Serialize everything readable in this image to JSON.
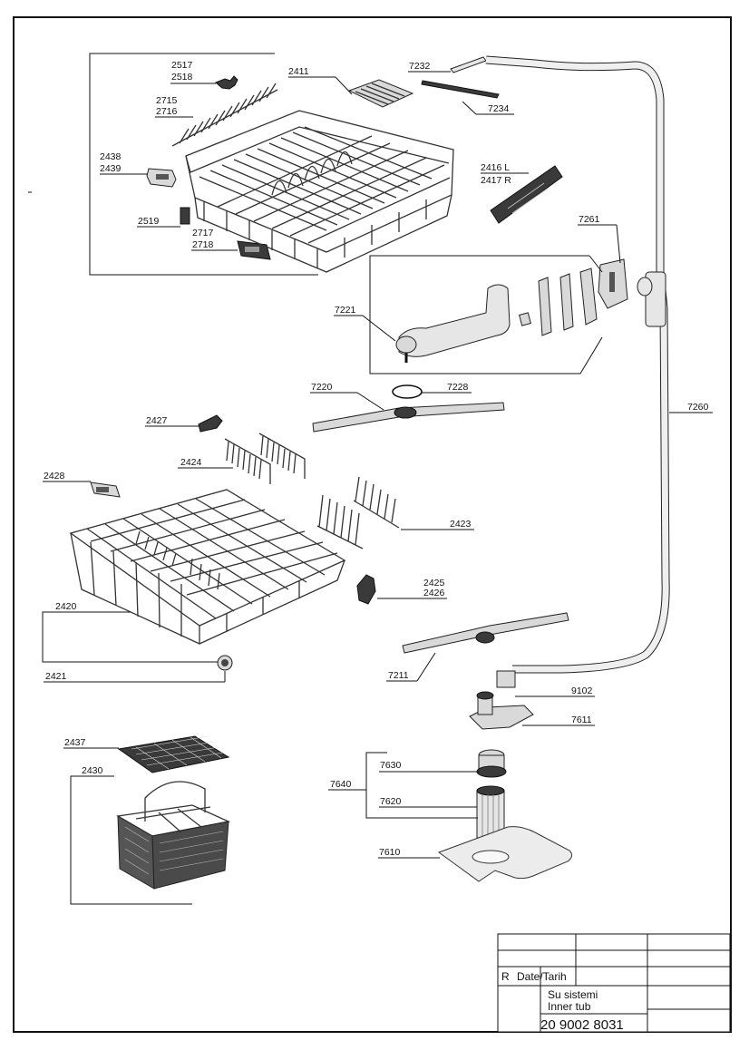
{
  "parts": {
    "p2517": "2517",
    "p2518": "2518",
    "p2411": "2411",
    "p7232": "7232",
    "p7234": "7234",
    "p2715": "2715",
    "p2716": "2716",
    "p2438": "2438",
    "p2439": "2439",
    "p2416": "2416 L",
    "p2417": "2417 R",
    "p2519": "2519",
    "p2717": "2717",
    "p2718": "2718",
    "p7261": "7261",
    "p7221": "7221",
    "p7220": "7220",
    "p7228": "7228",
    "p7260": "7260",
    "p2427": "2427",
    "p2424": "2424",
    "p2428": "2428",
    "p2423": "2423",
    "p2425": "2425",
    "p2426": "2426",
    "p2420": "2420",
    "p2421": "2421",
    "p7211": "7211",
    "p9102": "9102",
    "p7611": "7611",
    "p2437": "2437",
    "p2430": "2430",
    "p7630": "7630",
    "p7640": "7640",
    "p7620": "7620",
    "p7610": "7610"
  },
  "title_block": {
    "revision_label": "R",
    "date_label": "Date/Tarih",
    "title_tr": "Su sistemi",
    "title_en": "Inner tub",
    "drawing_number": "20 9002 8031"
  }
}
